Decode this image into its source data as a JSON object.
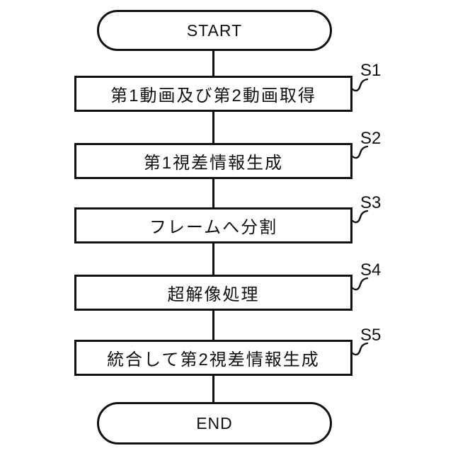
{
  "flow": {
    "title": "processing-flowchart",
    "start_label": "START",
    "end_label": "END",
    "steps": [
      {
        "id": "S1",
        "text": "第1動画及び第2動画取得"
      },
      {
        "id": "S2",
        "text": "第1視差情報生成"
      },
      {
        "id": "S3",
        "text": "フレームへ分割"
      },
      {
        "id": "S4",
        "text": "超解像処理"
      },
      {
        "id": "S5",
        "text": "統合して第2視差情報生成"
      }
    ],
    "colors": {
      "stroke": "#111111",
      "background": "#ffffff",
      "text": "#111111"
    }
  }
}
